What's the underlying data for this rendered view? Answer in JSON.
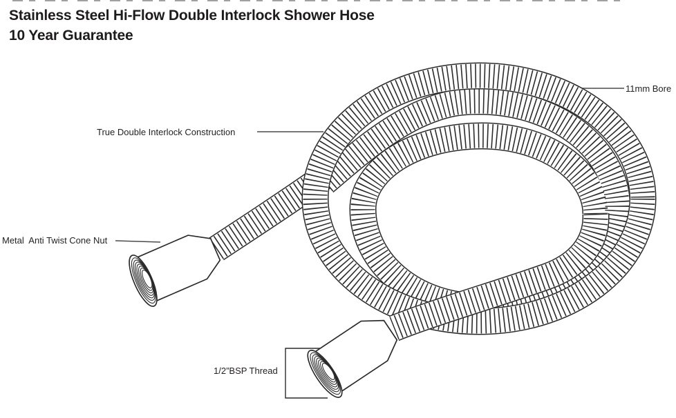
{
  "title": {
    "line1": "Stainless Steel Hi-Flow Double Interlock Shower Hose",
    "line2": "10 Year Guarantee"
  },
  "labels": {
    "bore": "11mm Bore",
    "construction": "True Double Interlock Construction",
    "cone_nut": "Metal  Anti Twist Cone Nut",
    "bsp_thread": "1/2”BSP Thread"
  },
  "colors": {
    "ink": "#1f1f1f",
    "line": "#2a2a2a",
    "background": "#ffffff"
  },
  "diagram_parts": {
    "part1": "hose-coil",
    "part2": "anti-twist-cone-nut",
    "part3": "bsp-thread-fitting"
  }
}
